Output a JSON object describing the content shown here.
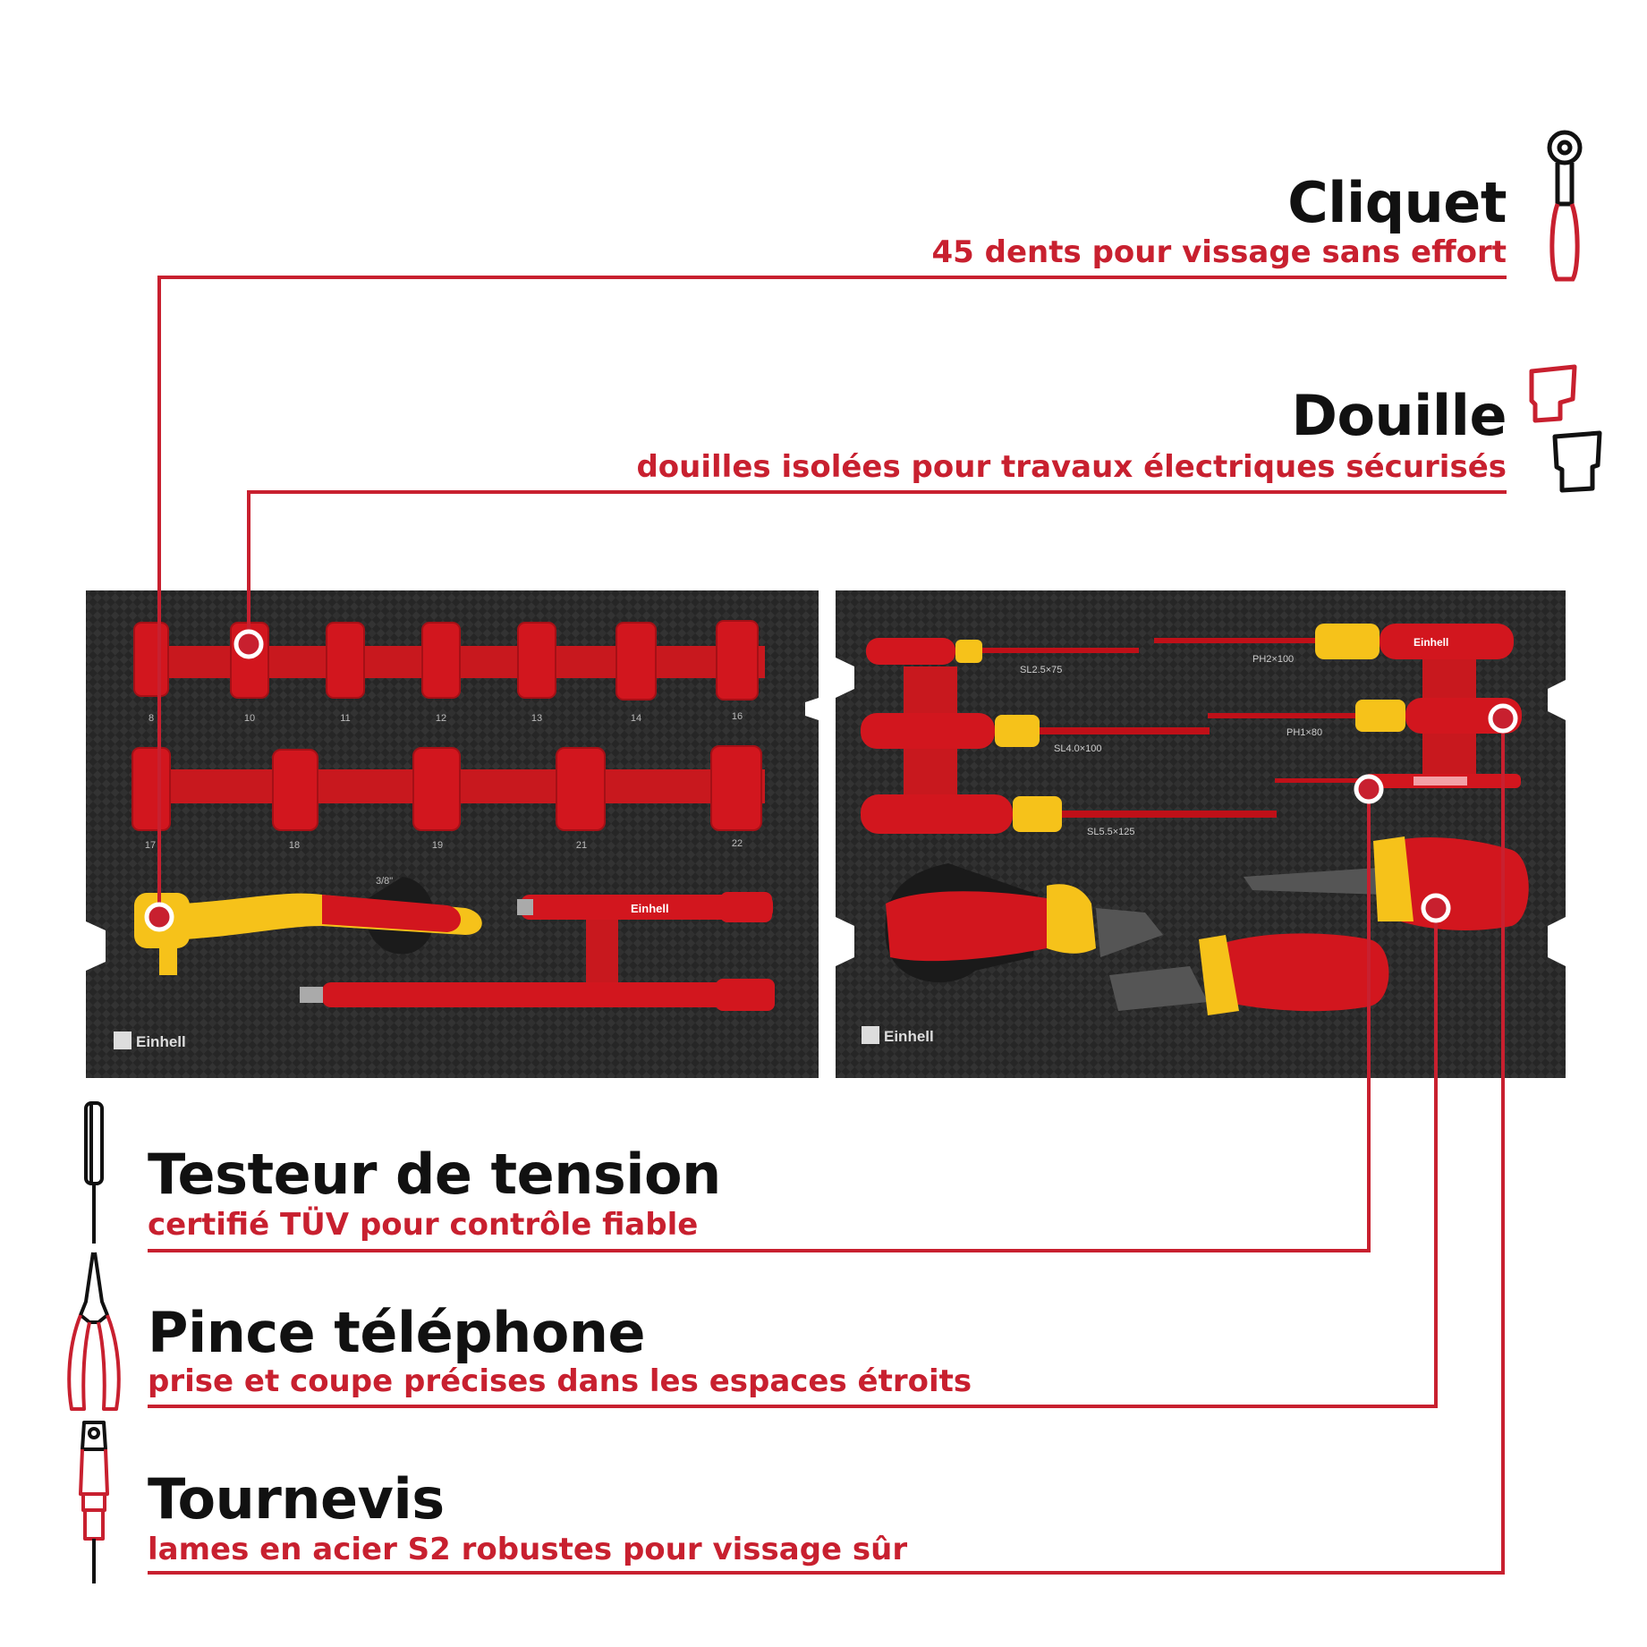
{
  "brand": {
    "name": "Einhell",
    "accent": "#c8202f",
    "tool_red": "#d2161e",
    "tool_yellow": "#f6c21a",
    "foam": "#2a2a2a"
  },
  "features": {
    "cliquet": {
      "title": "Cliquet",
      "subtitle": "45 dents pour vissage sans effort",
      "icon": "ratchet-icon"
    },
    "douille": {
      "title": "Douille",
      "subtitle": "douilles isolées pour travaux électriques sécurisés",
      "icon": "socket-icon"
    },
    "testeur": {
      "title": "Testeur de tension",
      "subtitle": "certifié TÜV pour contrôle fiable",
      "icon": "voltage-tester-icon"
    },
    "pince": {
      "title": "Pince téléphone",
      "subtitle": "prise et coupe précises dans les espaces étroits",
      "icon": "pliers-icon"
    },
    "tournevis": {
      "title": "Tournevis",
      "subtitle": "lames en acier S2 robustes pour vissage sûr",
      "icon": "screwdriver-icon"
    }
  },
  "tray_left": {
    "logo": "Einhell",
    "socket_row1": [
      "8",
      "10",
      "11",
      "12",
      "13",
      "14",
      "16"
    ],
    "socket_row2": [
      "17",
      "18",
      "19",
      "21",
      "22"
    ],
    "ratchet_label": "3/8\"",
    "extension_brand": "Einhell"
  },
  "tray_right": {
    "logo": "Einhell",
    "screwdrivers": [
      "SL2.5×75",
      "PH2×100",
      "SL4.0×100",
      "PH1×80",
      "SL5.5×125"
    ],
    "tool_brand": "Einhell"
  }
}
